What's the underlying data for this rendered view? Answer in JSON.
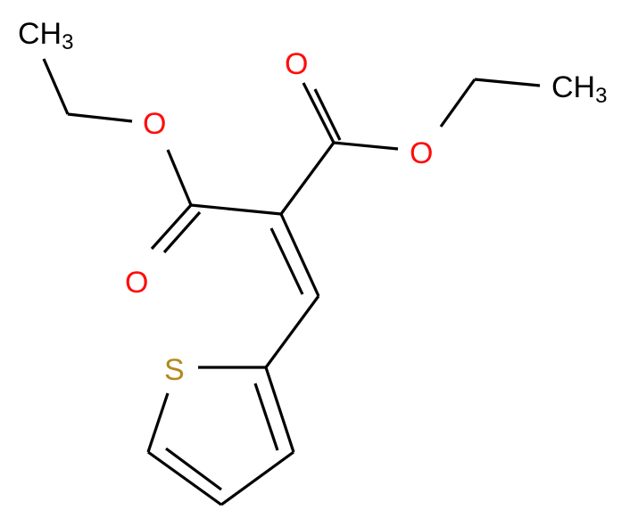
{
  "diagram": {
    "type": "chemical-structure",
    "molecule": "diethyl 2-(thiophen-2-ylmethylidene)propanedioate",
    "colors": {
      "bond": "#000000",
      "oxygen": "#ff0d0d",
      "sulfur": "#b2891c",
      "carbon": "#000000",
      "background": "#ffffff"
    },
    "labels": {
      "ch3_left": {
        "main": "CH",
        "sub": "3"
      },
      "ch3_right": {
        "main": "CH",
        "sub": "3"
      },
      "o_ester_left": "O",
      "o_carbonyl_left": "O",
      "o_carbonyl_right": "O",
      "o_ester_right": "O",
      "s_ring": "S"
    }
  }
}
